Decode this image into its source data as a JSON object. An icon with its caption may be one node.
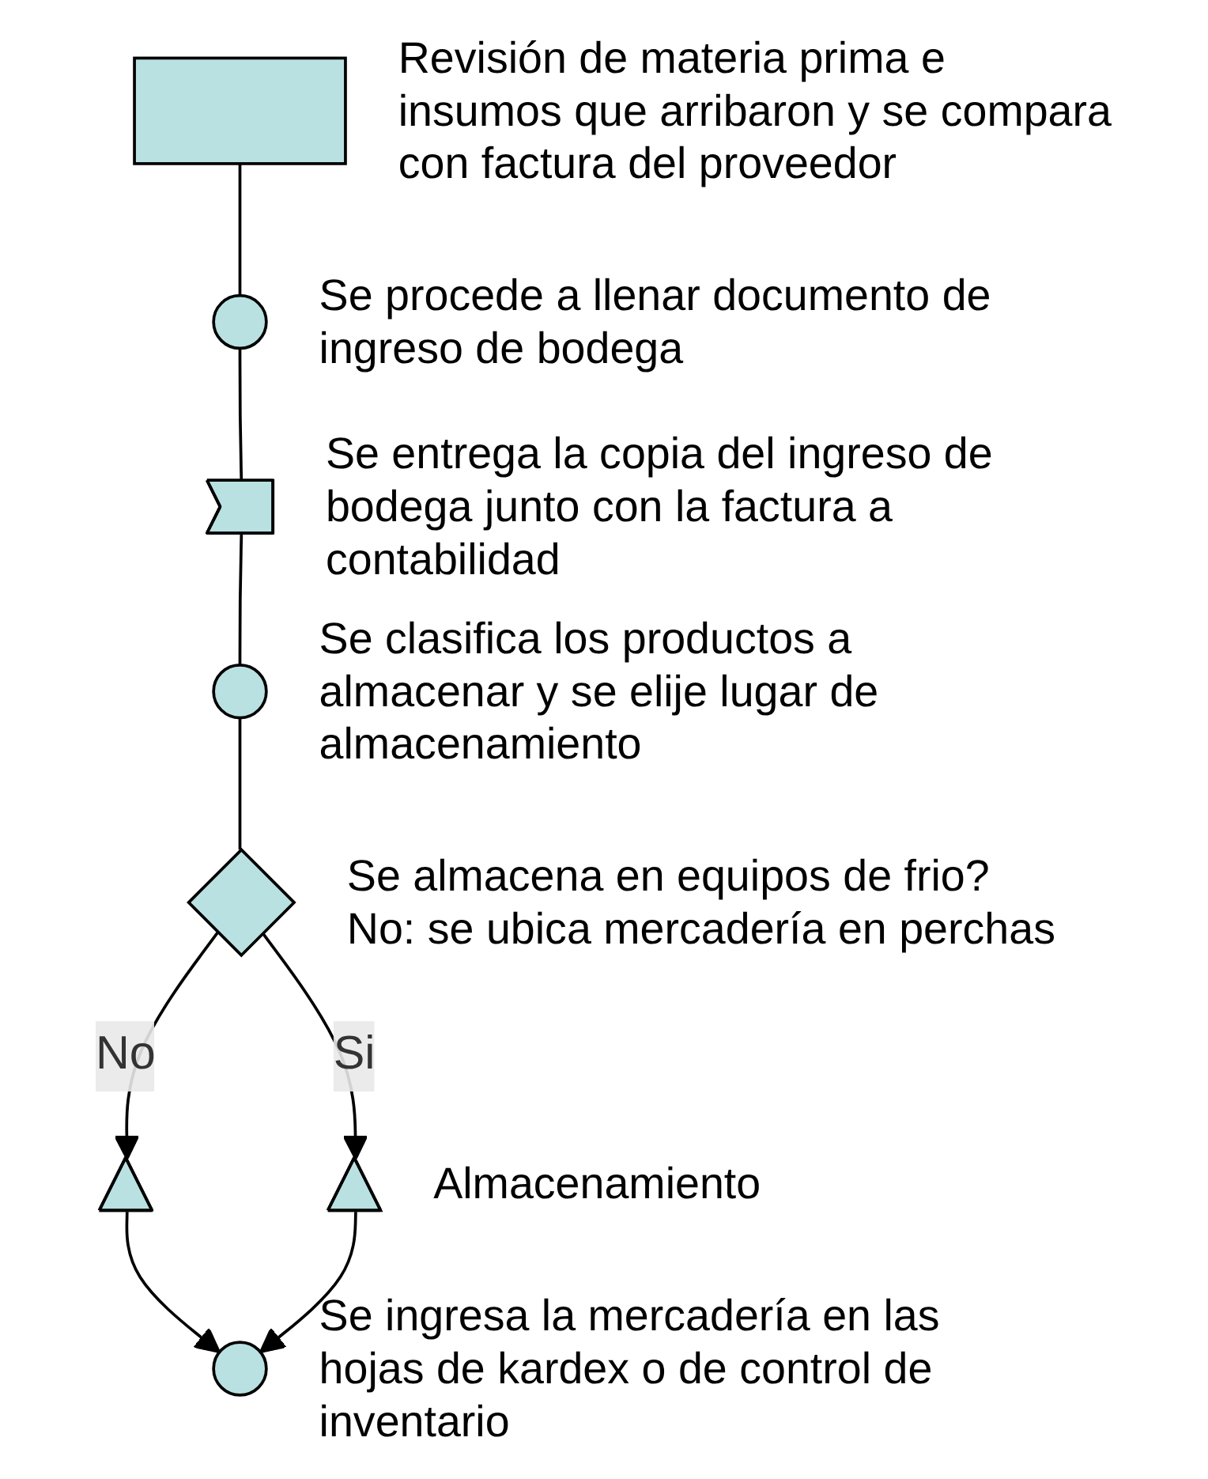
{
  "diagram": {
    "nodes": [
      {
        "text": [],
        "shape": "box",
        "beside": [
          "Revisión de materia prima e insumos que arribaron y se compara con factura del proveedor"
        ]
      },
      {
        "text": [],
        "shape": "circle",
        "beside": [
          "Se procede a llenar documento de ingreso de bodega"
        ]
      },
      {
        "text": [],
        "shape": "arrow",
        "beside": [
          "Se entrega la copia del ingreso de bodega junto con la factura a contabilidad"
        ]
      },
      {
        "text": [],
        "shape": "circle",
        "beside": [
          "Se clasifica los productos a almacenar y se elije lugar de almacenamiento"
        ]
      },
      {
        "text": [],
        "shape": "diamond",
        "beside": [
          "Se almacena en equipos de frio? No: se ubica mercadería en perchas"
        ]
      },
      {
        "text": [],
        "shape": "triangle"
      },
      {
        "text": [],
        "shape": "triangle",
        "beside": [
          "Almacenamiento"
        ]
      },
      {
        "text": [],
        "shape": "circle",
        "beside": [
          "Se ingresa la mercadería en las hojas de kardex o de control de inventario"
        ]
      }
    ],
    "edges": [
      {
        "from": 0,
        "to": 1,
        "arrow": "none"
      },
      {
        "from": 1,
        "to": 2,
        "arrow": "none"
      },
      {
        "from": 2,
        "to": 3,
        "arrow": "none"
      },
      {
        "from": 3,
        "to": 4,
        "arrow": "none"
      },
      {
        "from": 4,
        "to": 5,
        "arrow": "to",
        "label": "No"
      },
      {
        "from": 4,
        "to": 6,
        "arrow": "to",
        "label": "Si"
      },
      {
        "from": 5,
        "to": 7,
        "arrow": "to"
      },
      {
        "from": 6,
        "to": 7,
        "arrow": "to"
      }
    ]
  }
}
